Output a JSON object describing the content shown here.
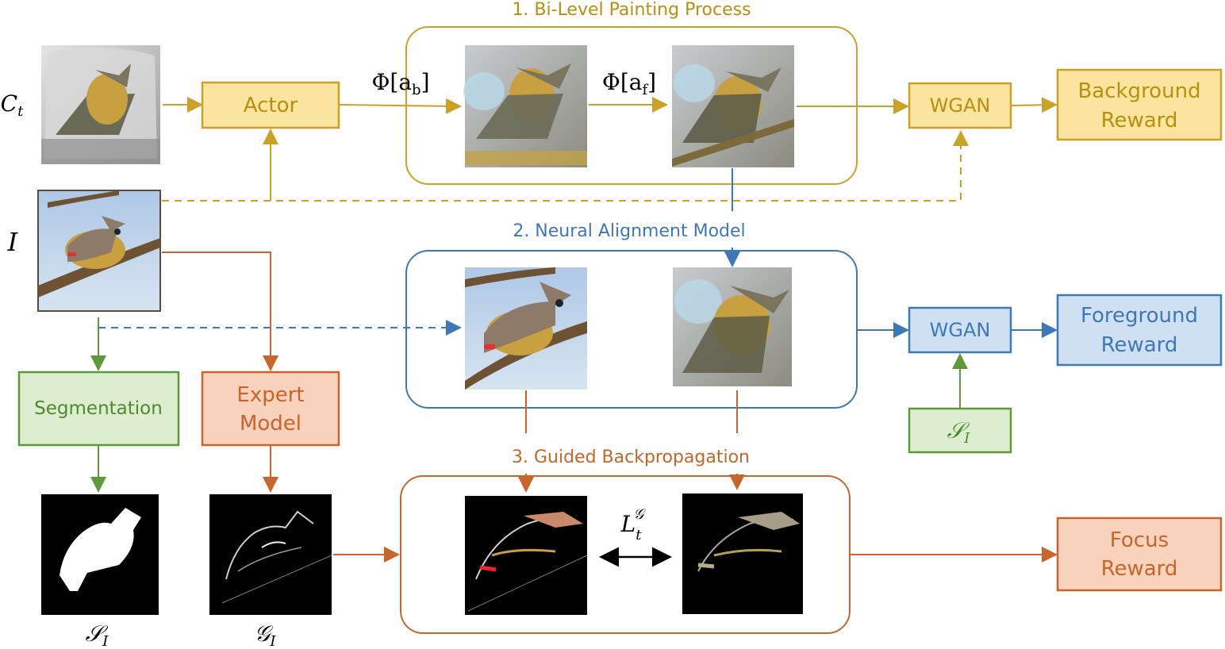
{
  "sections": {
    "painting": "1. Bi-Level Painting Process",
    "alignment": "2. Neural Alignment Model",
    "backprop": "3. Guided Backpropagation"
  },
  "nodes": {
    "actor": "Actor",
    "wgan_top": "WGAN",
    "background_reward": [
      "Background",
      "Reward"
    ],
    "wgan_mid": "WGAN",
    "foreground_reward": [
      "Foreground",
      "Reward"
    ],
    "segmentation": "Segmentation",
    "expert_model": [
      "Expert",
      "Model"
    ],
    "focus_reward": [
      "Focus",
      "Reward"
    ]
  },
  "math": {
    "ct": "C",
    "ct_sub": "t",
    "i": "I",
    "phi_ab": "Φ[a",
    "phi_ab_sub": "b",
    "phi_af": "Φ[a",
    "phi_af_sub": "f",
    "close_bracket": "]",
    "s_i": "𝒮",
    "s_i_sub": "I",
    "g_i": "𝒢",
    "g_i_sub": "I",
    "loss": "L",
    "loss_sub": "t",
    "loss_sup": "𝒢"
  },
  "colors": {
    "yellow_stroke": "#c9a227",
    "yellow_fill": "#fbe3a0",
    "yellow_text": "#b8900e",
    "blue_stroke": "#3f78b8",
    "blue_fill": "#cfe0f2",
    "blue_text": "#3f78b8",
    "green_stroke": "#5e9a3a",
    "green_fill": "#dcedd0",
    "green_text": "#4f8a2d",
    "orange_stroke": "#c8652a",
    "orange_fill": "#f8d2bd",
    "orange_text": "#c8652a"
  }
}
